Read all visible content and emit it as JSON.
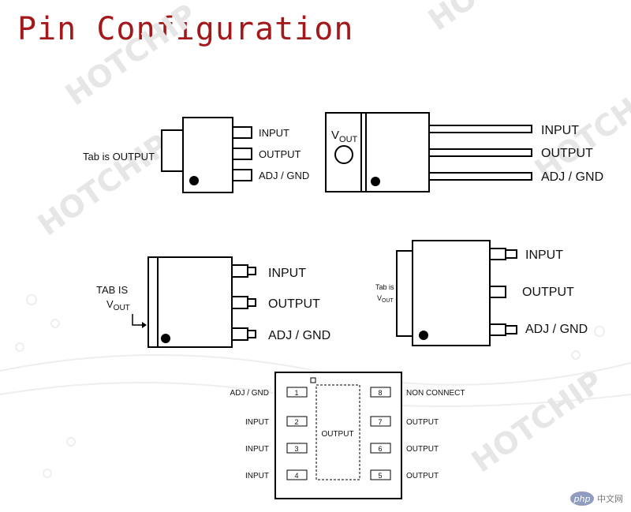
{
  "title": "Pin Configuration",
  "watermark": "HOTCHIP",
  "diagrams": {
    "d1": {
      "side_label": "Tab is OUTPUT",
      "pins": [
        "INPUT",
        "OUTPUT",
        "ADJ / GND"
      ]
    },
    "d2": {
      "vout_main": "V",
      "vout_sub": "OUT",
      "pins": [
        "INPUT",
        "OUTPUT",
        "ADJ / GND"
      ]
    },
    "d3": {
      "tab_line1": "TAB IS",
      "tab_vout_main": "V",
      "tab_vout_sub": "OUT",
      "pins": [
        "INPUT",
        "OUTPUT",
        "ADJ / GND"
      ]
    },
    "d4": {
      "tab_line1": "Tab is",
      "tab_vout_main": "V",
      "tab_vout_sub": "OUT",
      "pins": [
        "INPUT",
        "OUTPUT",
        "ADJ / GND"
      ]
    },
    "d5": {
      "center_label": "OUTPUT",
      "left_pins": [
        {
          "num": "1",
          "label": "ADJ / GND"
        },
        {
          "num": "2",
          "label": "INPUT"
        },
        {
          "num": "3",
          "label": "INPUT"
        },
        {
          "num": "4",
          "label": "INPUT"
        }
      ],
      "right_pins": [
        {
          "num": "8",
          "label": "NON CONNECT"
        },
        {
          "num": "7",
          "label": "OUTPUT"
        },
        {
          "num": "6",
          "label": "OUTPUT"
        },
        {
          "num": "5",
          "label": "OUTPUT"
        }
      ]
    }
  },
  "badge": {
    "logo": "php",
    "text": "中文网"
  }
}
